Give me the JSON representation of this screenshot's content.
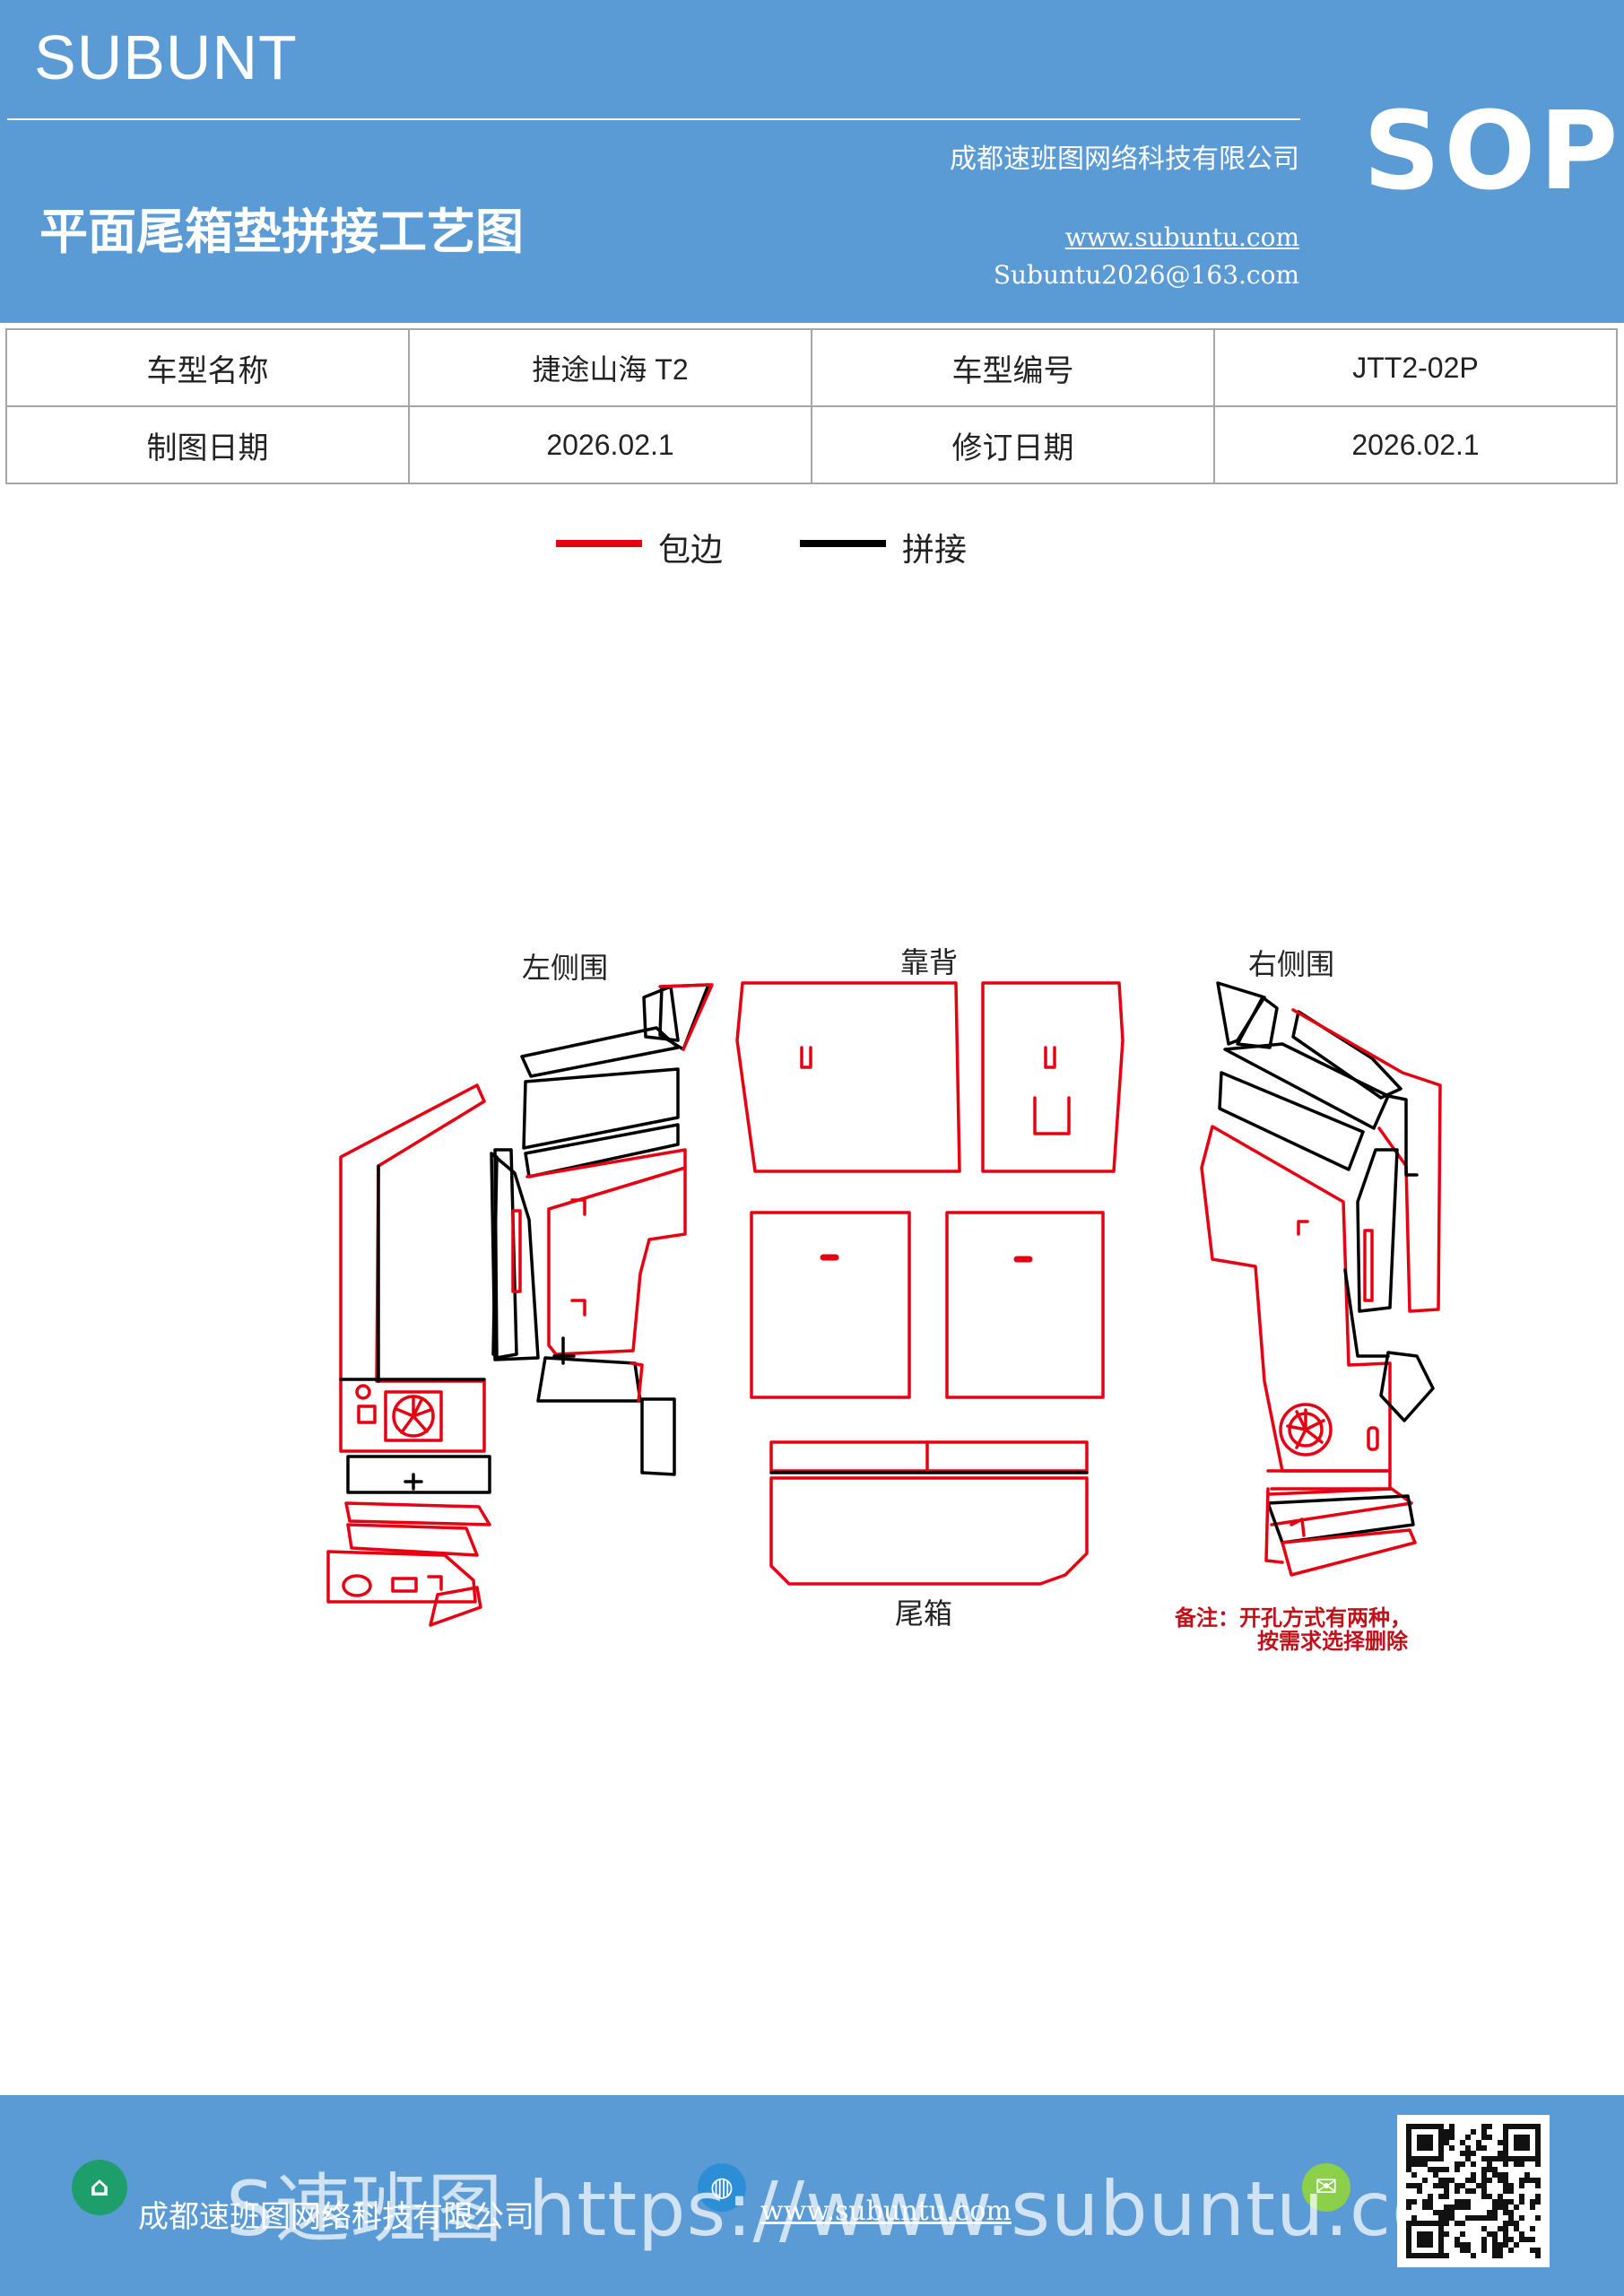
{
  "header": {
    "brand": "SUBUNT",
    "badge": "SOP",
    "title": "平面尾箱垫拼接工艺图",
    "company": "成都速班图网络科技有限公司",
    "website": "www.subuntu.com",
    "email": "Subuntu2026@163.com"
  },
  "info_table": {
    "rows": [
      [
        {
          "label": "车型名称",
          "value": "捷途山海 T2"
        },
        {
          "label": "车型编号",
          "value": "JTT2-02P"
        }
      ],
      [
        {
          "label": "制图日期",
          "value": "2026.02.1"
        },
        {
          "label": "修订日期",
          "value": "2026.02.1"
        }
      ]
    ]
  },
  "legend": [
    {
      "label": "包边",
      "color": "#e60012"
    },
    {
      "label": "拼接",
      "color": "#000000"
    }
  ],
  "diagram": {
    "labels": {
      "left": "左侧围",
      "back": "靠背",
      "right": "右侧围",
      "trunk": "尾箱"
    },
    "note": {
      "line1": "备注：开孔方式有两种，",
      "line2": "按需求选择删除"
    },
    "colors": {
      "edge": "#e60012",
      "seam": "#000000",
      "note": "#c0111a"
    }
  },
  "footer": {
    "company": "成都速班图网络科技有限公司",
    "watermark": "S速班图 https://www.subuntu.com",
    "website": "www.subuntu.com"
  }
}
